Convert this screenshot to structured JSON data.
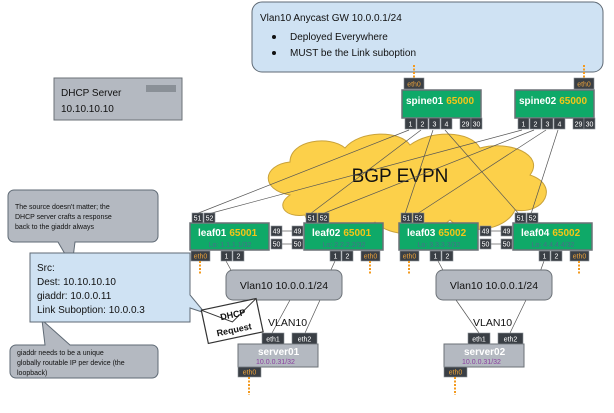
{
  "anycast_callout": {
    "title": "Vlan10 Anycast GW 10.0.0.1/24",
    "bullets": [
      "Deployed Everywhere",
      "MUST be the Link suboption"
    ]
  },
  "dhcp_server": {
    "name": "DHCP Server",
    "ip": "10.10.10.10"
  },
  "cloud": {
    "label": "BGP EVPN"
  },
  "spines": [
    {
      "name": "spine01",
      "asn": "65000",
      "mgmt": "eth0",
      "ports": [
        "1",
        "2",
        "3",
        "4",
        "29",
        "30"
      ]
    },
    {
      "name": "spine02",
      "asn": "65000",
      "mgmt": "eth0",
      "ports": [
        "1",
        "2",
        "3",
        "4",
        "29",
        "30"
      ]
    }
  ],
  "leaves": [
    {
      "name": "leaf01",
      "asn": "65001",
      "lo": "Lo: 1.1.1.1/32",
      "uplinks": [
        "51",
        "52"
      ],
      "peer": [
        "49",
        "50"
      ],
      "down": [
        "1",
        "2"
      ],
      "mgmt": "eth0"
    },
    {
      "name": "leaf02",
      "asn": "65001",
      "lo": "Lo: 2.2.2.2/32",
      "uplinks": [
        "51",
        "52"
      ],
      "peer": [
        "49",
        "50"
      ],
      "down": [
        "1",
        "2"
      ],
      "mgmt": "eth0"
    },
    {
      "name": "leaf03",
      "asn": "65002",
      "lo": "Lo: 3.3.3.3/32",
      "uplinks": [
        "51",
        "52"
      ],
      "peer": [
        "49",
        "50"
      ],
      "down": [
        "1",
        "2"
      ],
      "mgmt": "eth0"
    },
    {
      "name": "leaf04",
      "asn": "65002",
      "lo": "Lo: 4.4.4.4/32",
      "uplinks": [
        "51",
        "52"
      ],
      "peer": [
        "49",
        "50"
      ],
      "down": [
        "1",
        "2"
      ],
      "mgmt": "eth0"
    }
  ],
  "vlan_boxes": [
    "Vlan10 10.0.0.1/24",
    "Vlan10 10.0.0.1/24"
  ],
  "vlan_labels": [
    "VLAN10",
    "VLAN10"
  ],
  "servers": [
    {
      "name": "server01",
      "ip": "10.0.0.31/32",
      "ports": [
        "eth1",
        "eth2"
      ],
      "mgmt": "eth0"
    },
    {
      "name": "server02",
      "ip": "10.0.0.31/32",
      "ports": [
        "eth1",
        "eth2"
      ],
      "mgmt": "eth0"
    }
  ],
  "envelope": {
    "line1": "DHCP",
    "line2": "Request"
  },
  "note_top": [
    "The source doesn't matter; the",
    "DHCP server crafts a response",
    "back to the giaddr always"
  ],
  "packet": {
    "src": "Src:",
    "dest": "Dest:    10.10.10.10",
    "giaddr": "giaddr: 10.0.0.11",
    "link": "Link Suboption: 10.0.0.3"
  },
  "note_bottom": [
    "giaddr needs to be a unique",
    "globally routable IP per device (the",
    "loopback)"
  ],
  "colors": {
    "switch": "#0fa968",
    "asn": "#f5c518",
    "cloud": "#fcd04a",
    "callout_blue": "#cfe2f3",
    "callout_gray": "#b4b9c1",
    "port": "#3a3f45",
    "mgmt": "#f39a1e",
    "server_ip": "#8a3fa0"
  }
}
